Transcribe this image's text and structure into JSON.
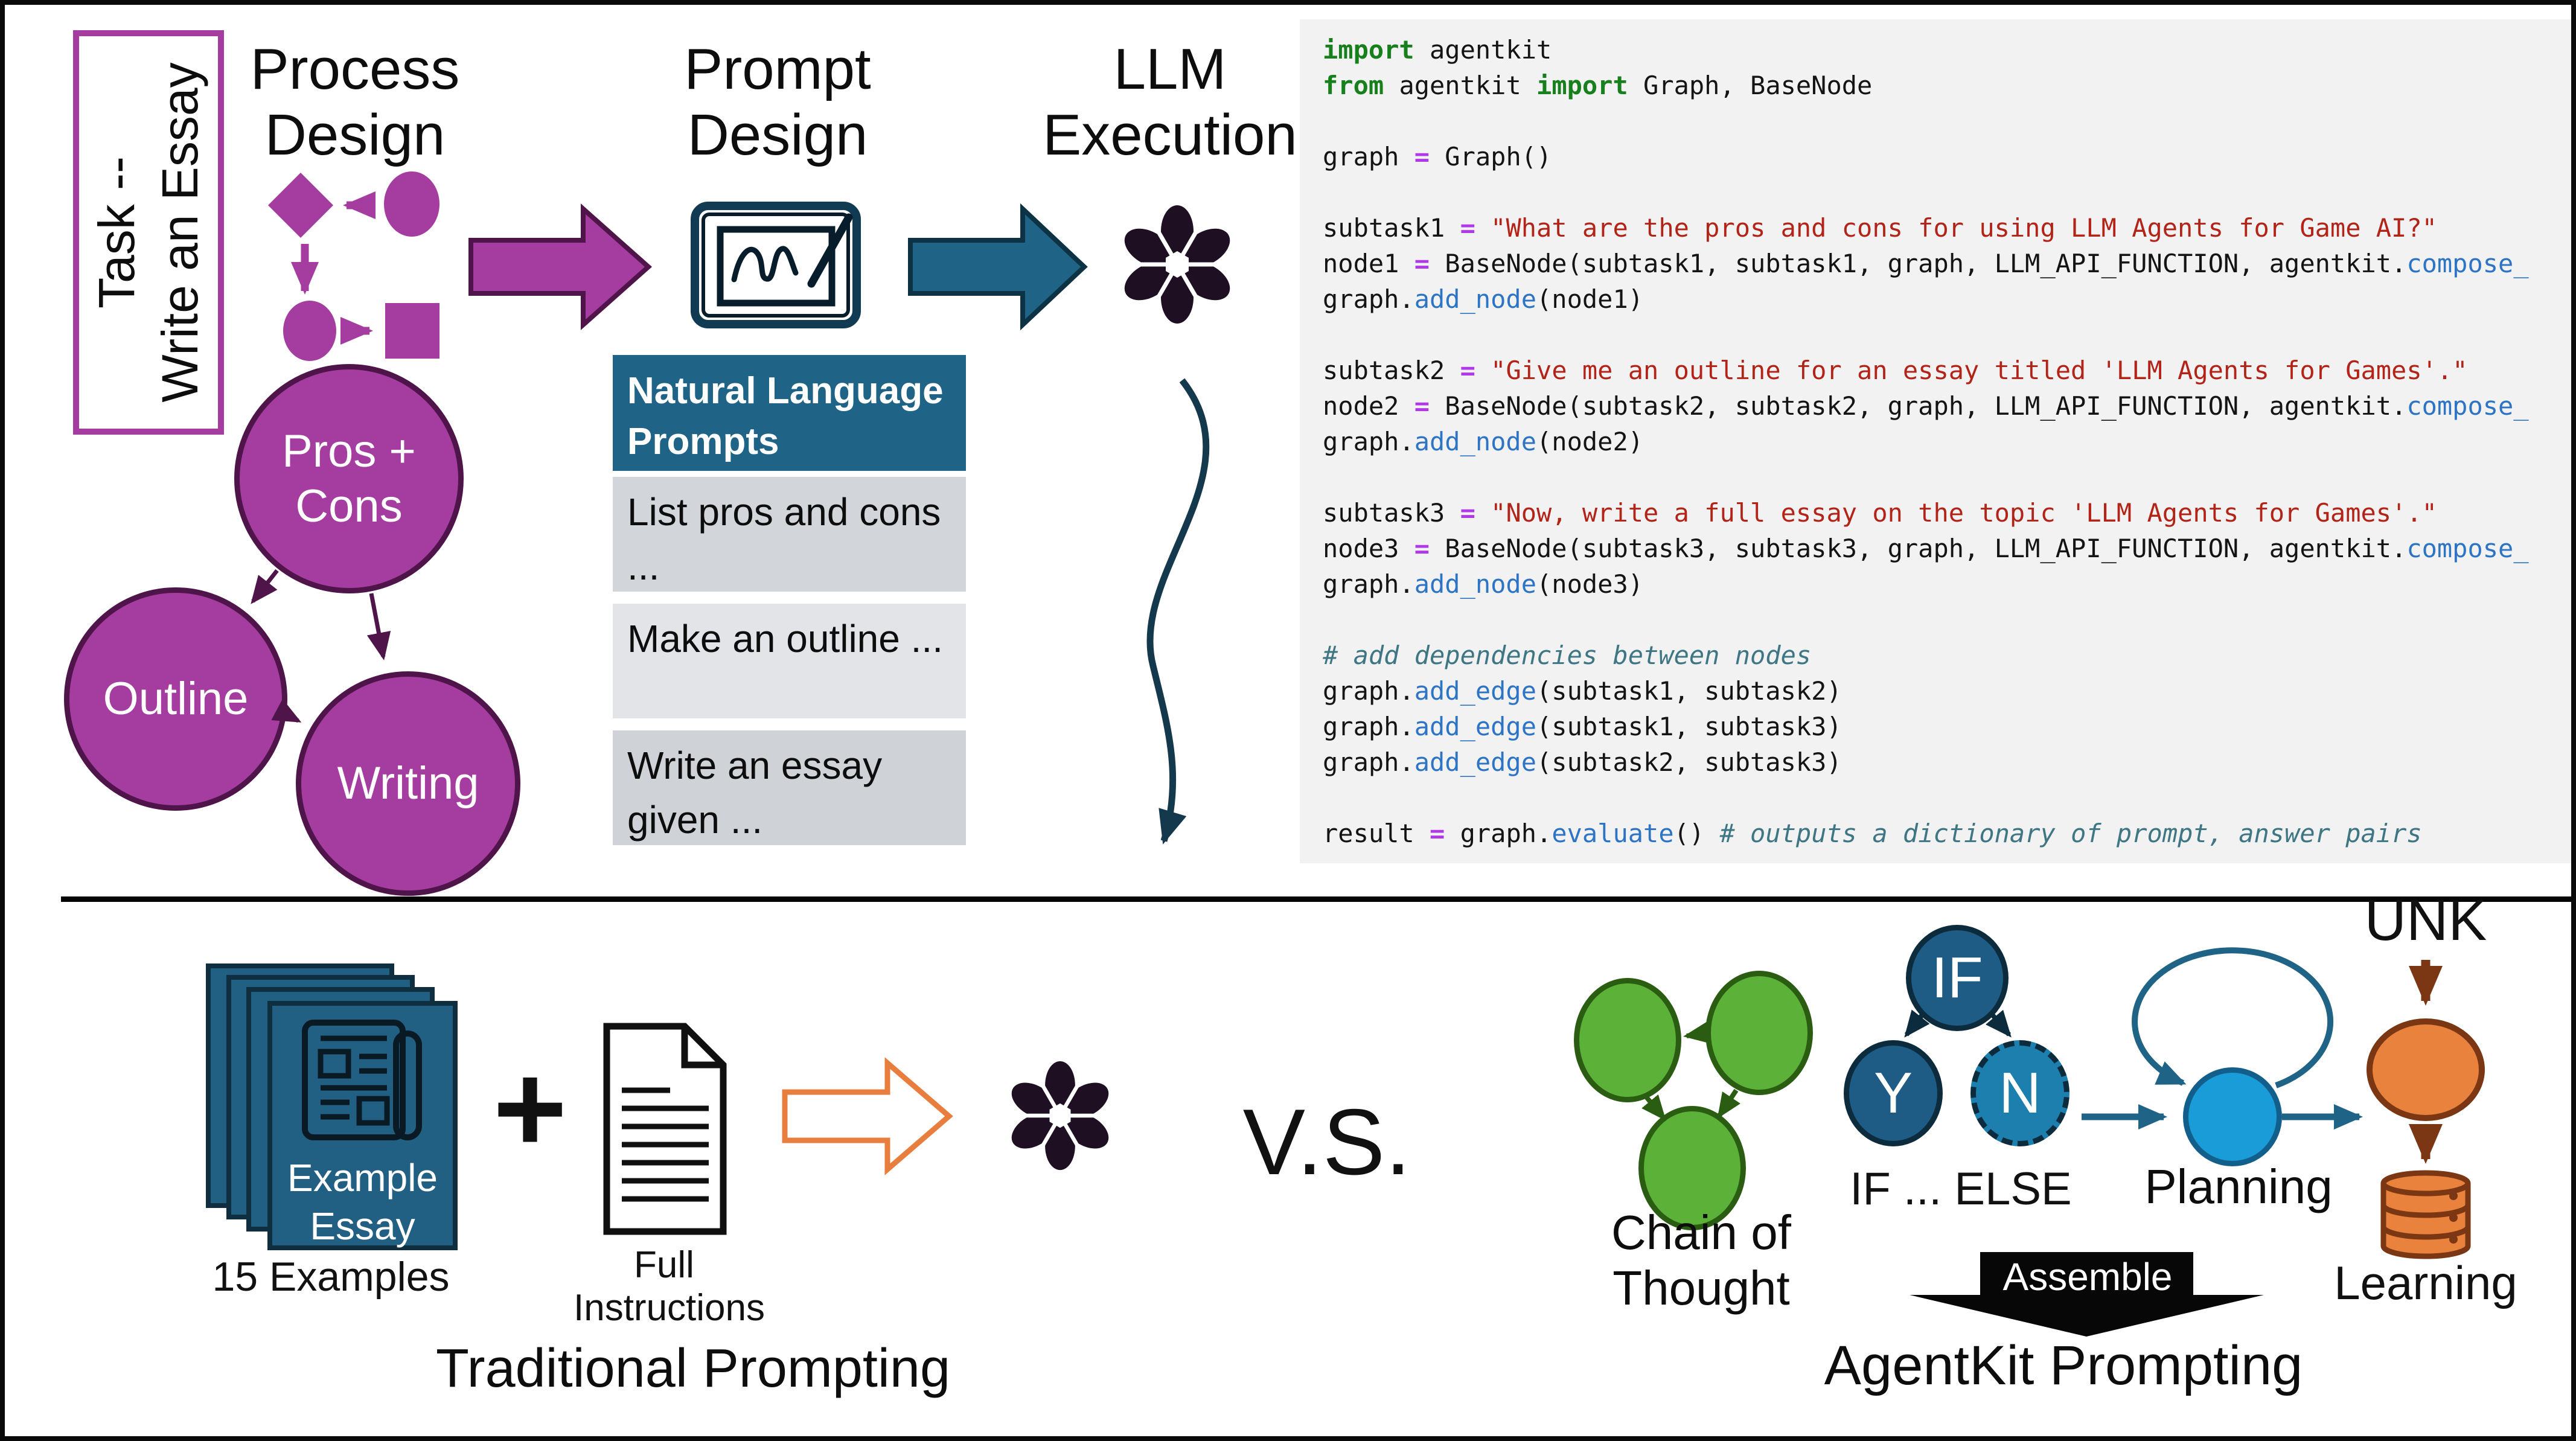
{
  "colors": {
    "magenta": "#A53CA0",
    "magenta_dark": "#4F1449",
    "teal": "#1F6386",
    "teal_dark": "#0C3244",
    "navy": "#14384C",
    "green": "#5CB138",
    "green_dark": "#2A5C12",
    "blue_node": "#1E5C85",
    "blue_node_light": "#1C7FAD",
    "node_dark": "#0C2B3D",
    "sky": "#1A9CD8",
    "sky_dark": "#135F8C",
    "orange": "#E8823D",
    "orange_dark": "#7B3714",
    "orange_arrow": "#E87E3E",
    "code_bg": "#F2F2F3",
    "kw": "#17801D",
    "op": "#B138E8",
    "str": "#B22318",
    "fn": "#2D74C4",
    "cm": "#3E7683",
    "row_a": "#D2D6DB",
    "row_b": "#E2E4E8",
    "row_c": "#CFD3D8"
  },
  "task_box": {
    "label": "Task --\nWrite an Essay"
  },
  "headers": {
    "process": "Process\nDesign",
    "prompt": "Prompt\nDesign",
    "llm": "LLM\nExecution"
  },
  "task_graph": {
    "node_a": "Pros +\nCons",
    "node_b": "Outline",
    "node_c": "Writing"
  },
  "prompts_table": {
    "header": "Natural Language Prompts",
    "rows": [
      "List pros and cons ...",
      "Make an outline ...",
      "Write an essay given ..."
    ]
  },
  "code": {
    "lines": [
      [
        [
          "kw",
          "import"
        ],
        [
          "pl",
          " agentkit"
        ]
      ],
      [
        [
          "kw",
          "from"
        ],
        [
          "pl",
          " agentkit "
        ],
        [
          "kw",
          "import"
        ],
        [
          "pl",
          " Graph, BaseNode"
        ]
      ],
      [],
      [
        [
          "pl",
          "graph "
        ],
        [
          "op",
          "="
        ],
        [
          "pl",
          " Graph()"
        ]
      ],
      [],
      [
        [
          "pl",
          "subtask1 "
        ],
        [
          "op",
          "="
        ],
        [
          "pl",
          " "
        ],
        [
          "st",
          "\"What are the pros and cons for using LLM Agents for Game AI?\""
        ]
      ],
      [
        [
          "pl",
          "node1 "
        ],
        [
          "op",
          "="
        ],
        [
          "pl",
          " BaseNode(subtask1, subtask1, graph, LLM_API_FUNCTION, agentkit."
        ],
        [
          "fn",
          "compose_"
        ]
      ],
      [
        [
          "pl",
          "graph."
        ],
        [
          "fn",
          "add_node"
        ],
        [
          "pl",
          "(node1)"
        ]
      ],
      [],
      [
        [
          "pl",
          "subtask2 "
        ],
        [
          "op",
          "="
        ],
        [
          "pl",
          " "
        ],
        [
          "st",
          "\"Give me an outline for an essay titled 'LLM Agents for Games'.\""
        ]
      ],
      [
        [
          "pl",
          "node2 "
        ],
        [
          "op",
          "="
        ],
        [
          "pl",
          " BaseNode(subtask2, subtask2, graph, LLM_API_FUNCTION, agentkit."
        ],
        [
          "fn",
          "compose_"
        ]
      ],
      [
        [
          "pl",
          "graph."
        ],
        [
          "fn",
          "add_node"
        ],
        [
          "pl",
          "(node2)"
        ]
      ],
      [],
      [
        [
          "pl",
          "subtask3 "
        ],
        [
          "op",
          "="
        ],
        [
          "pl",
          " "
        ],
        [
          "st",
          "\"Now, write a full essay on the topic 'LLM Agents for Games'.\""
        ]
      ],
      [
        [
          "pl",
          "node3 "
        ],
        [
          "op",
          "="
        ],
        [
          "pl",
          " BaseNode(subtask3, subtask3, graph, LLM_API_FUNCTION, agentkit."
        ],
        [
          "fn",
          "compose_"
        ]
      ],
      [
        [
          "pl",
          "graph."
        ],
        [
          "fn",
          "add_node"
        ],
        [
          "pl",
          "(node3)"
        ]
      ],
      [],
      [
        [
          "cm",
          "# add dependencies between nodes"
        ]
      ],
      [
        [
          "pl",
          "graph."
        ],
        [
          "fn",
          "add_edge"
        ],
        [
          "pl",
          "(subtask1, subtask2)"
        ]
      ],
      [
        [
          "pl",
          "graph."
        ],
        [
          "fn",
          "add_edge"
        ],
        [
          "pl",
          "(subtask1, subtask3)"
        ]
      ],
      [
        [
          "pl",
          "graph."
        ],
        [
          "fn",
          "add_edge"
        ],
        [
          "pl",
          "(subtask2, subtask3)"
        ]
      ],
      [],
      [
        [
          "pl",
          "result "
        ],
        [
          "op",
          "="
        ],
        [
          "pl",
          " graph."
        ],
        [
          "fn",
          "evaluate"
        ],
        [
          "pl",
          "() "
        ],
        [
          "cm",
          "# outputs a dictionary of prompt, answer pairs"
        ]
      ]
    ]
  },
  "traditional": {
    "example_essay": "Example\nEssay",
    "count_label": "15 Examples",
    "plus": "+",
    "full_instructions": "Full\nInstructions",
    "caption": "Traditional Prompting"
  },
  "vs_label": "V.S.",
  "agentkit": {
    "cot_label": "Chain of Thought",
    "if_node": "IF",
    "yes_node": "Y",
    "no_node": "N",
    "ifelse_label": "IF ... ELSE",
    "planning_label": "Planning",
    "unk_label": "UNK",
    "learning_label": "Learning",
    "assemble_label": "Assemble",
    "caption": "AgentKit Prompting"
  }
}
